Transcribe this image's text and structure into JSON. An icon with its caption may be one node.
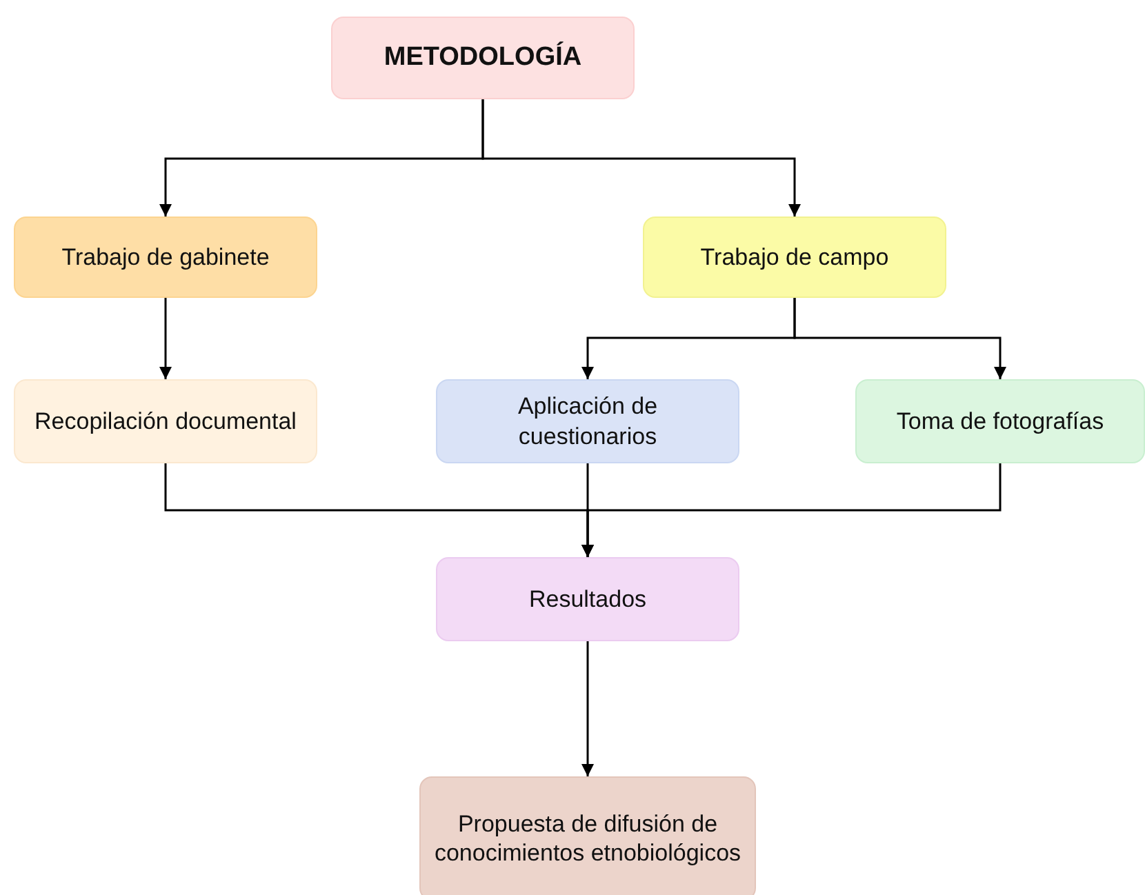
{
  "diagram": {
    "nodes": [
      {
        "text": [
          "METODOLOGÍA"
        ]
      },
      {
        "text": [
          "Trabajo de gabinete"
        ]
      },
      {
        "text": [
          "Trabajo de campo"
        ]
      },
      {
        "text": [
          "Recopilación documental"
        ]
      },
      {
        "text": [
          "Aplicación de cuestionarios"
        ]
      },
      {
        "text": [
          "Toma de fotografías"
        ]
      },
      {
        "text": [
          "Resultados"
        ]
      },
      {
        "text": [
          "Propuesta de difusión de conocimientos etnobiológicos"
        ]
      }
    ],
    "edges": [
      {
        "from": 0,
        "to": 1,
        "arrow": "to"
      },
      {
        "from": 0,
        "to": 2,
        "arrow": "to"
      },
      {
        "from": 1,
        "to": 3,
        "arrow": "to"
      },
      {
        "from": 2,
        "to": 4,
        "arrow": "to"
      },
      {
        "from": 2,
        "to": 5,
        "arrow": "to"
      },
      {
        "from": 3,
        "to": 6,
        "arrow": "to"
      },
      {
        "from": 4,
        "to": 6,
        "arrow": "to"
      },
      {
        "from": 5,
        "to": 6,
        "arrow": "to"
      },
      {
        "from": 6,
        "to": 7,
        "arrow": "to"
      }
    ]
  }
}
